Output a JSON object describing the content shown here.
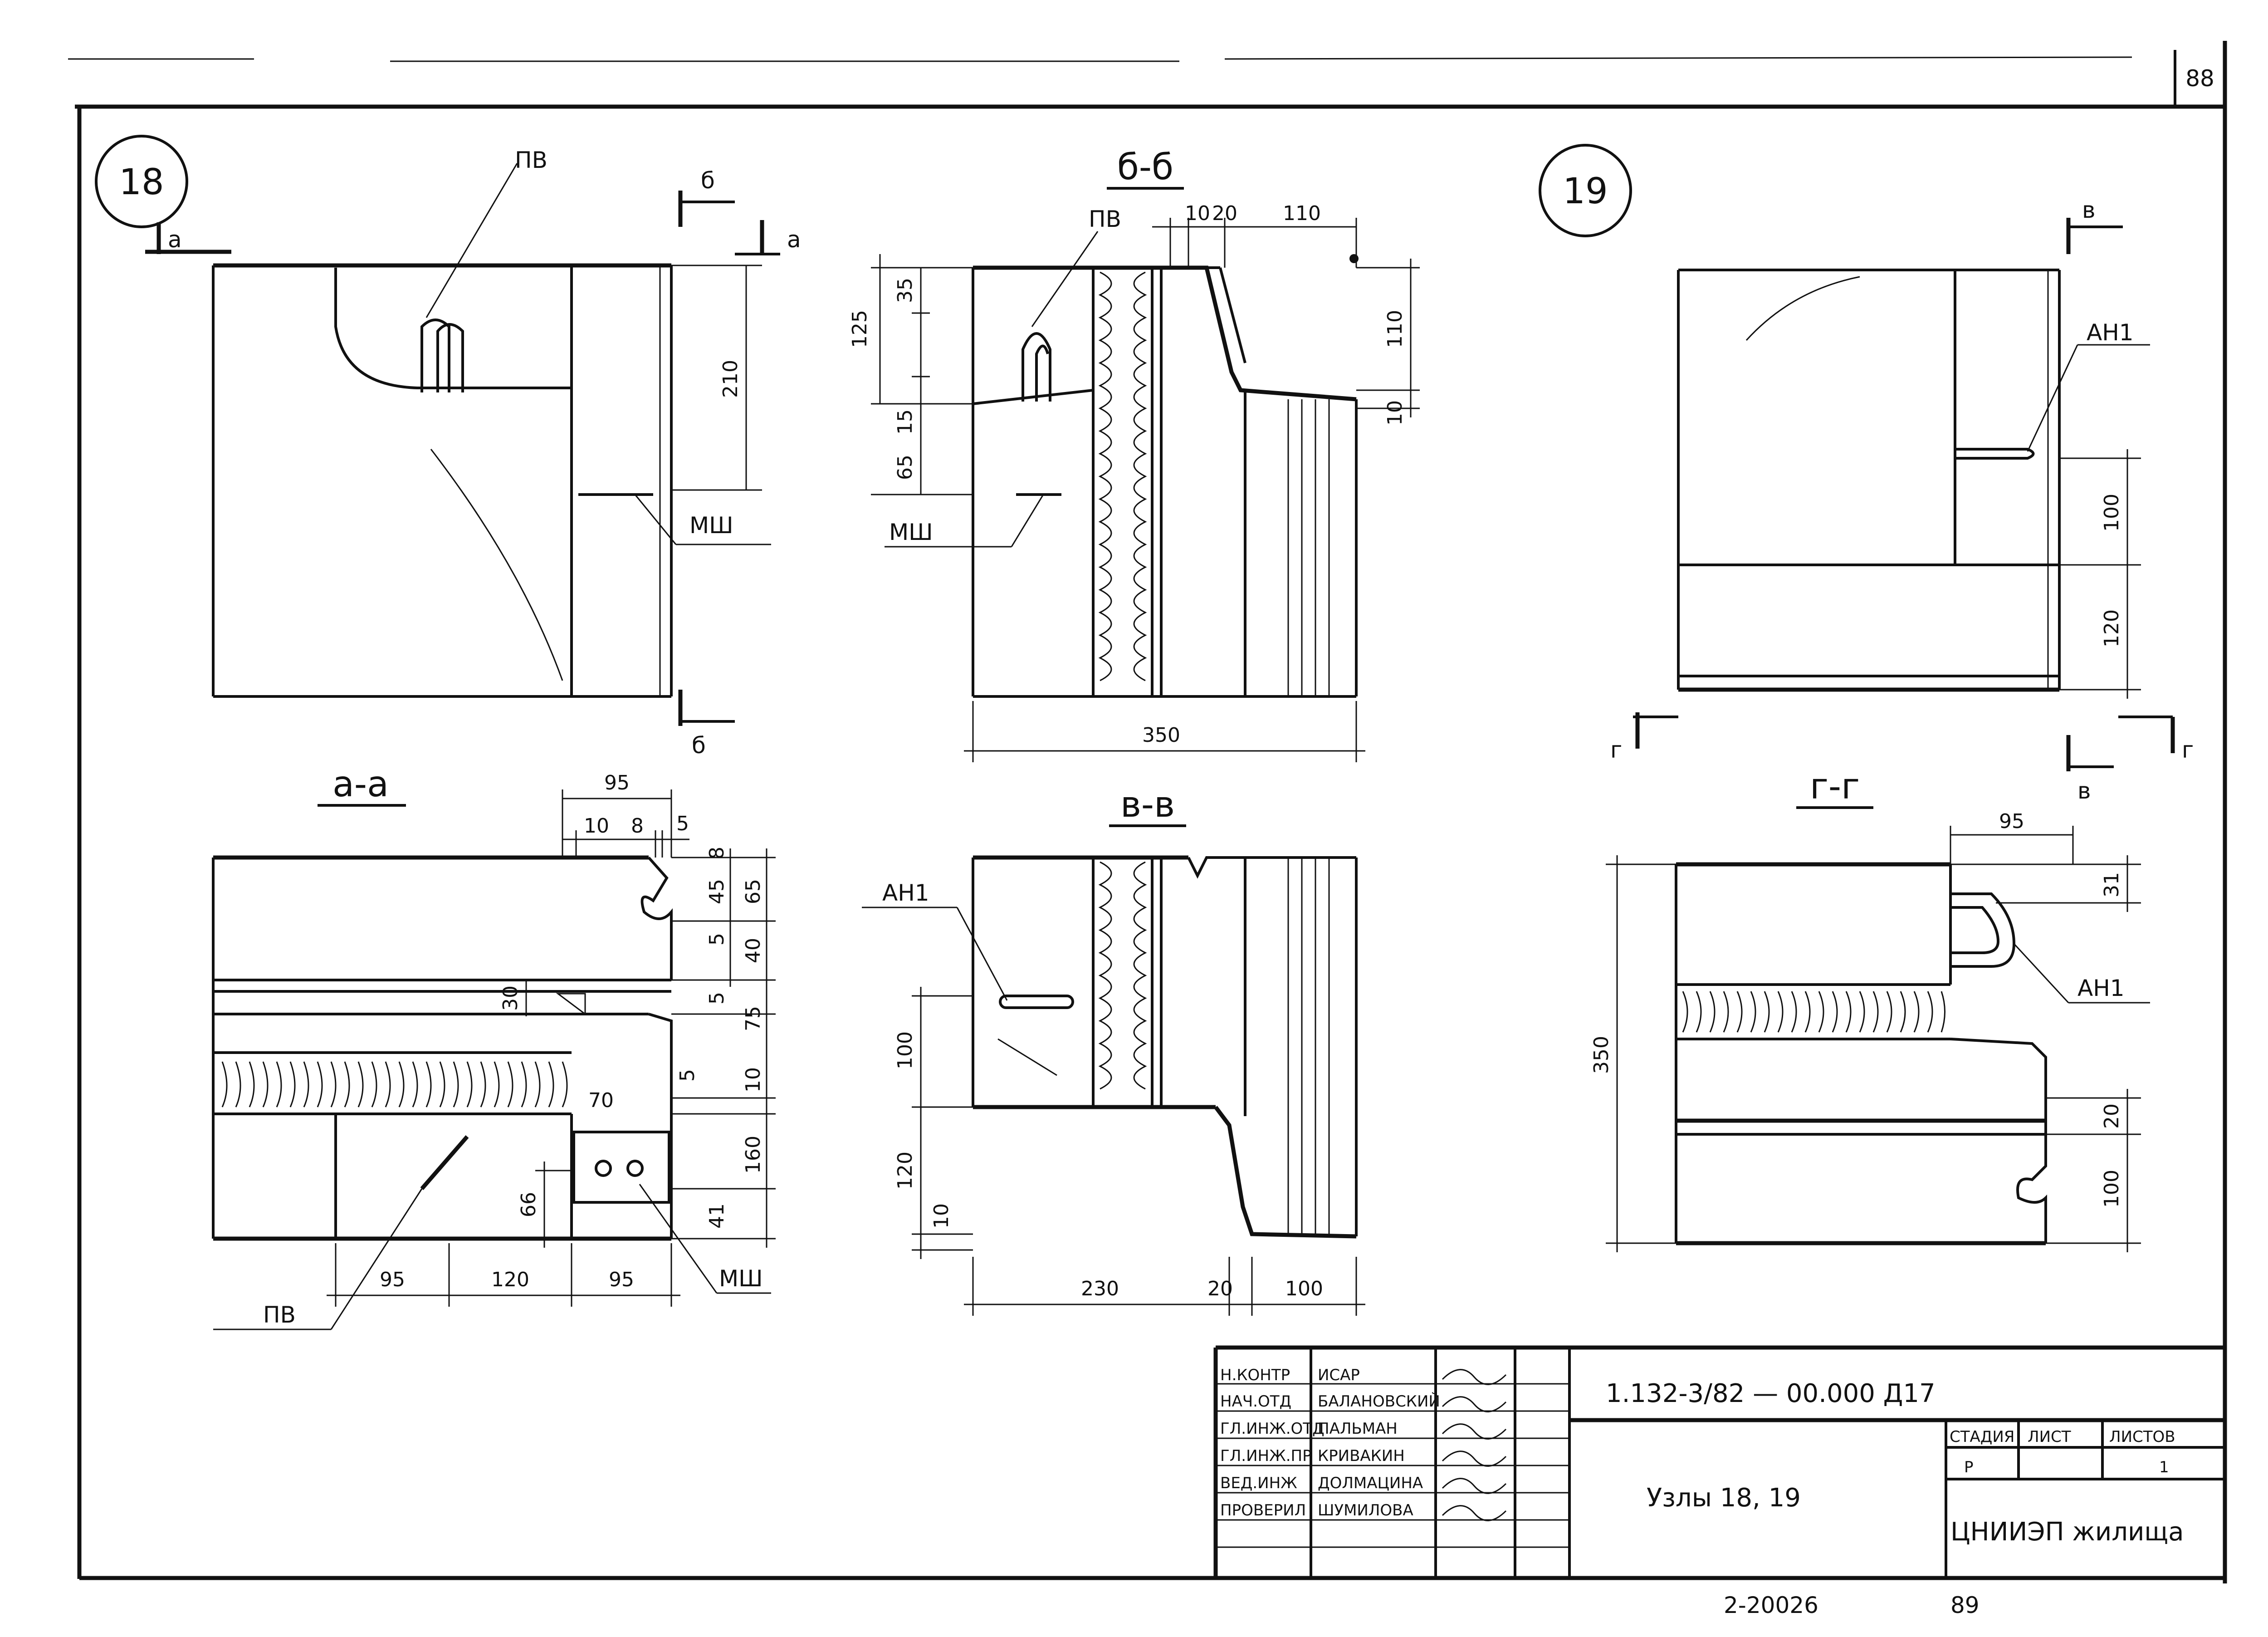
{
  "sheet": {
    "page_number": "88",
    "document_code": "1.132-3/82 — 00.000 Д17",
    "title": "Узлы 18, 19",
    "organization": "ЦНИИЭП жилища",
    "stage_header": "СТАДИЯ",
    "sheet_header": "ЛИСТ",
    "sheets_header": "ЛИСТОВ",
    "stage": "Р",
    "sheets_total": "1",
    "archive_number": "2-20026",
    "bottom_number": "89"
  },
  "titleblock": {
    "rows": [
      {
        "role": "Н.КОНТР",
        "name": "ИСАР"
      },
      {
        "role": "НАЧ.ОТД",
        "name": "БАЛАНОВСКИЙ"
      },
      {
        "role": "ГЛ.ИНЖ.ОТД",
        "name": "ПАЛЬМАН"
      },
      {
        "role": "ГЛ.ИНЖ.ПР",
        "name": "КРИВАКИН"
      },
      {
        "role": "ВЕД.ИНЖ",
        "name": "ДОЛМАЦИНА"
      },
      {
        "role": "ПРОВЕРИЛ",
        "name": "ШУМИЛОВА"
      }
    ]
  },
  "nodes": {
    "node18": "18",
    "node19": "19"
  },
  "sections": {
    "bb": "б-б",
    "aa": "а-а",
    "vv": "в-в",
    "gg": "г-г"
  },
  "markers": {
    "a": "а",
    "b": "б",
    "v": "в",
    "g": "г"
  },
  "callouts": {
    "pv": "ПВ",
    "msh": "МШ",
    "an1": "АН1"
  },
  "dims": {
    "n18_210": "210",
    "bb_10": "10",
    "bb_20": "20",
    "bb_110t": "110",
    "bb_125": "125",
    "bb_35": "35",
    "bb_15": "15",
    "bb_65": "65",
    "bb_110r": "110",
    "bb_10r": "10",
    "bb_350": "350",
    "n19_100": "100",
    "n19_120": "120",
    "aa_95t": "95",
    "aa_10": "10",
    "aa_8": "8",
    "aa_5t": "5",
    "aa_8r": "8",
    "aa_45": "45",
    "aa_65": "65",
    "aa_5a": "5",
    "aa_40": "40",
    "aa_5b": "5",
    "aa_75": "75",
    "aa_5c": "5",
    "aa_10r": "10",
    "aa_30": "30",
    "aa_70": "70",
    "aa_160": "160",
    "aa_66": "66",
    "aa_41": "41",
    "aa_95a": "95",
    "aa_120": "120",
    "aa_95b": "95",
    "vv_100": "100",
    "vv_120": "120",
    "vv_10": "10",
    "vv_230": "230",
    "vv_20": "20",
    "vv_100b": "100",
    "gg_95": "95",
    "gg_31": "31",
    "gg_350": "350",
    "gg_20": "20",
    "gg_100": "100"
  }
}
